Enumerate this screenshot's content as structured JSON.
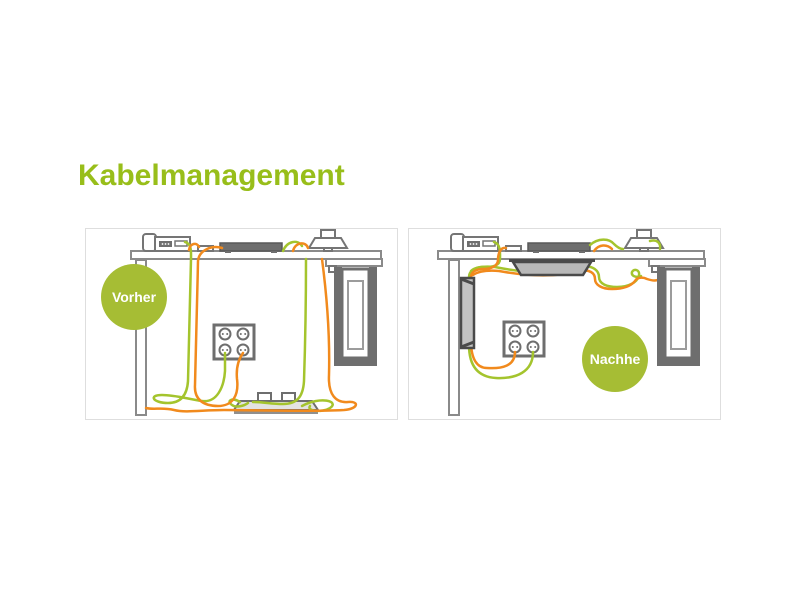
{
  "title": {
    "text": "Kabelmanagement"
  },
  "panels": {
    "before": {
      "badge": "Vorher"
    },
    "after": {
      "badge": "Nachhe"
    }
  },
  "colors": {
    "title_green": "#98be1a",
    "badge_green": "#a6bd34",
    "cable_green": "#a4c42d",
    "cable_orange": "#f18a1d",
    "outline_gray": "#6e6e6e",
    "panel_border": "#dedede",
    "background": "#ffffff"
  },
  "icons": {
    "before": [
      "printer-icon",
      "mouse-icon",
      "keyboard-icon",
      "desk-lamp-icon",
      "pc-tower-icon",
      "wall-outlet-icon",
      "power-strip-icon",
      "messy-cables"
    ],
    "after": [
      "printer-icon",
      "mouse-icon",
      "keyboard-icon",
      "desk-lamp-icon",
      "pc-tower-icon",
      "wall-outlet-icon",
      "cable-tray-icon",
      "cable-duct-icon",
      "tidy-cables"
    ]
  }
}
